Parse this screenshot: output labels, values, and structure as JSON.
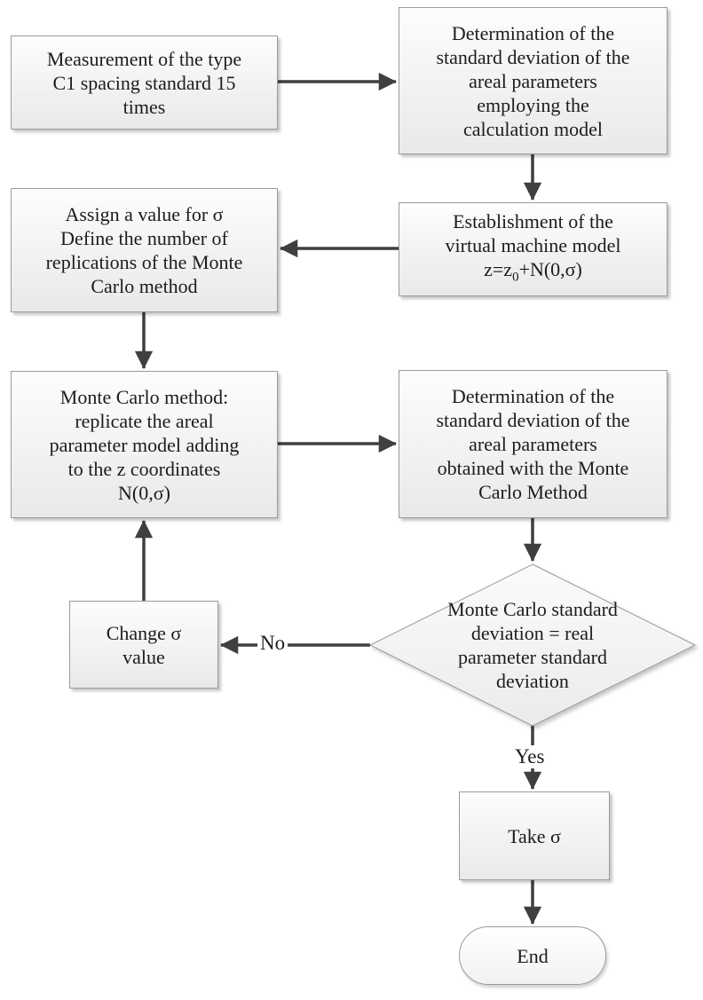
{
  "colors": {
    "arrow": "#3f3f3f",
    "text": "#1c1c1c",
    "node_border": "#9b9b9b",
    "node_fill_top": "#fdfdfd",
    "node_fill_bottom": "#e9e9e9"
  },
  "nodes": {
    "measurement": {
      "text": "Measurement of the type\nC1 spacing standard 15\ntimes"
    },
    "determination_calc": {
      "text": "Determination of the\nstandard deviation of the\nareal parameters\nemploying the\ncalculation model"
    },
    "assign_sigma": {
      "text": "Assign a value for σ\nDefine the number of\nreplications of the Monte\nCarlo method"
    },
    "establishment": {
      "text": "Establishment of the\nvirtual machine model",
      "formula_pre": "z=z",
      "formula_sub": "0",
      "formula_post": "+N(0,σ)"
    },
    "monte_carlo": {
      "text": "Monte Carlo method:\nreplicate the areal\nparameter model adding\nto the z coordinates\nN(0,σ)"
    },
    "determination_mc": {
      "text": "Determination of the\nstandard deviation of the\nareal parameters\nobtained with the Monte\nCarlo Method"
    },
    "decision": {
      "text": "Monte Carlo standard\ndeviation = real\nparameter standard\ndeviation"
    },
    "change_sigma": {
      "text": "Change σ\nvalue"
    },
    "take_sigma": {
      "text": "Take σ"
    },
    "end": {
      "text": "End"
    }
  },
  "labels": {
    "no": "No",
    "yes": "Yes"
  }
}
